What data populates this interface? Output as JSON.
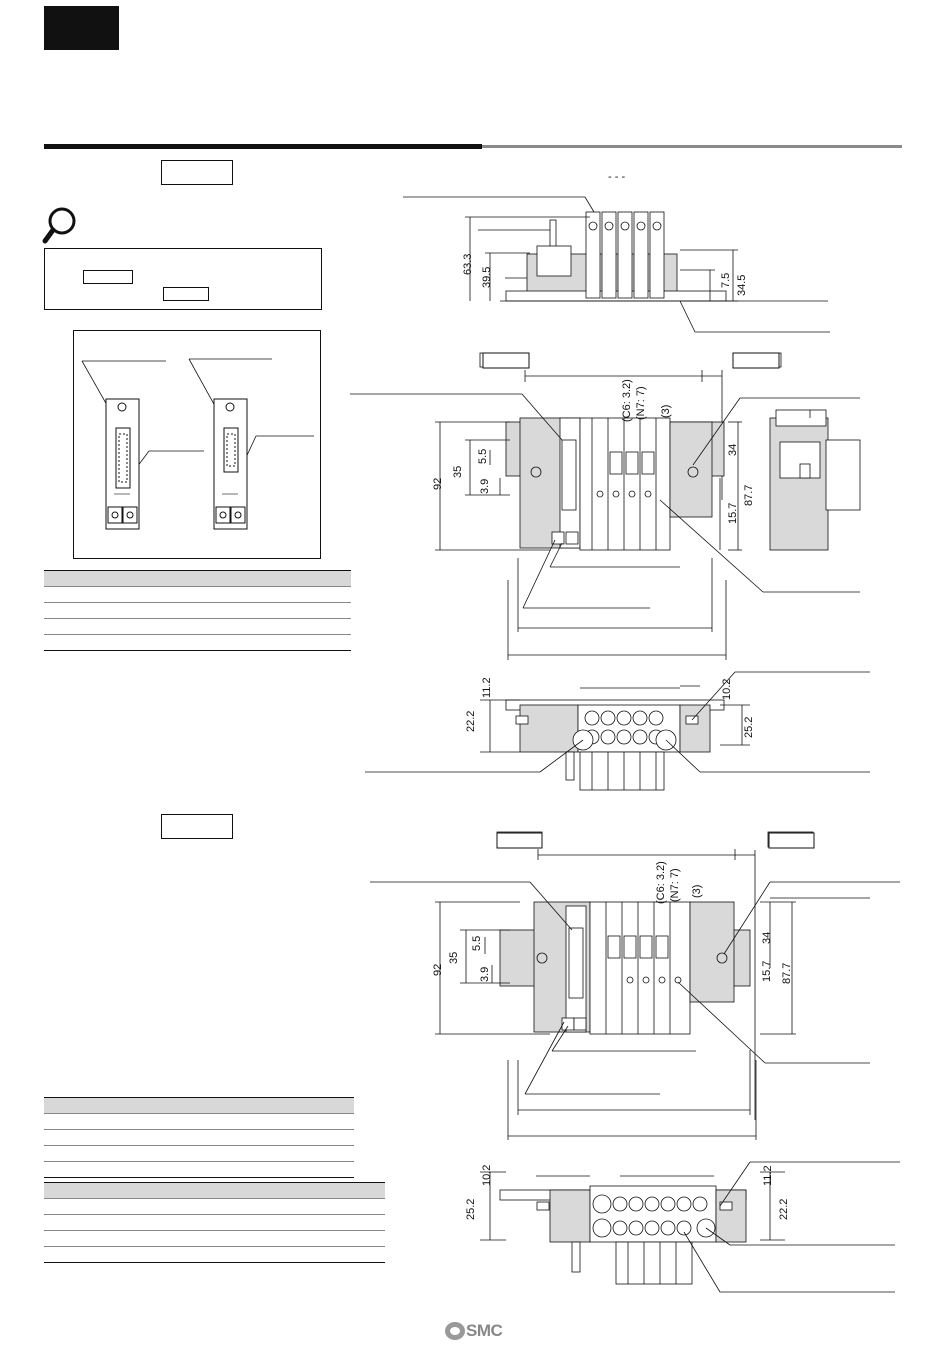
{
  "dims": {
    "top_view": {
      "h63_3": "63.3",
      "h39_5": "39.5",
      "h7_5": "7.5",
      "h34_5": "34.5",
      "dashes": "- - -"
    },
    "front_view_1": {
      "h92": "92",
      "h35": "35",
      "h5_5": "5.5",
      "h3_9": "3.9",
      "c6": "(C6: 3.2)",
      "n7": "(N7: 7)",
      "p3": "(3)",
      "h34": "34",
      "h87_7": "87.7",
      "h15_7": "15.7"
    },
    "bottom_view_1": {
      "h11_2": "11.2",
      "h22_2": "22.2",
      "h10_2": "10.2",
      "h25_2": "25.2"
    },
    "front_view_2": {
      "h92": "92",
      "h35": "35",
      "h5_5": "5.5",
      "h3_9": "3.9",
      "c6": "(C6: 3.2)",
      "n7": "(N7: 7)",
      "p3": "(3)",
      "h34": "34",
      "h15_7": "15.7",
      "h87_7": "87.7"
    },
    "bottom_view_2": {
      "h10_2": "10.2",
      "h25_2": "25.2",
      "h11_2": "11.2",
      "h22_2": "22.2"
    }
  },
  "brand": {
    "logo": "SMC"
  }
}
